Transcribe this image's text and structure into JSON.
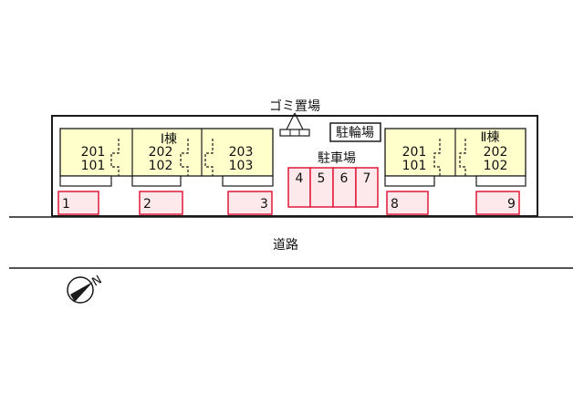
{
  "labels": {
    "trash": "ゴミ置場",
    "bicycle_parking": "駐輪場",
    "parking_lot": "駐車場",
    "road": "道路",
    "building_1": "Ⅰ棟",
    "building_2": "Ⅱ棟",
    "north_marker": "N"
  },
  "building_1_units": [
    {
      "upper": "201",
      "lower": "101"
    },
    {
      "upper": "202",
      "lower": "102"
    },
    {
      "upper": "203",
      "lower": "103"
    }
  ],
  "building_2_units": [
    {
      "upper": "201",
      "lower": "101"
    },
    {
      "upper": "202",
      "lower": "102"
    }
  ],
  "parking_spaces": [
    "1",
    "2",
    "3",
    "4",
    "5",
    "6",
    "7",
    "8",
    "9"
  ],
  "colors": {
    "unit_fill": "#ffffcc",
    "parking_stroke": "#e0193a",
    "parking_fill": "#fde8ec",
    "outline": "#1a1a1a"
  }
}
